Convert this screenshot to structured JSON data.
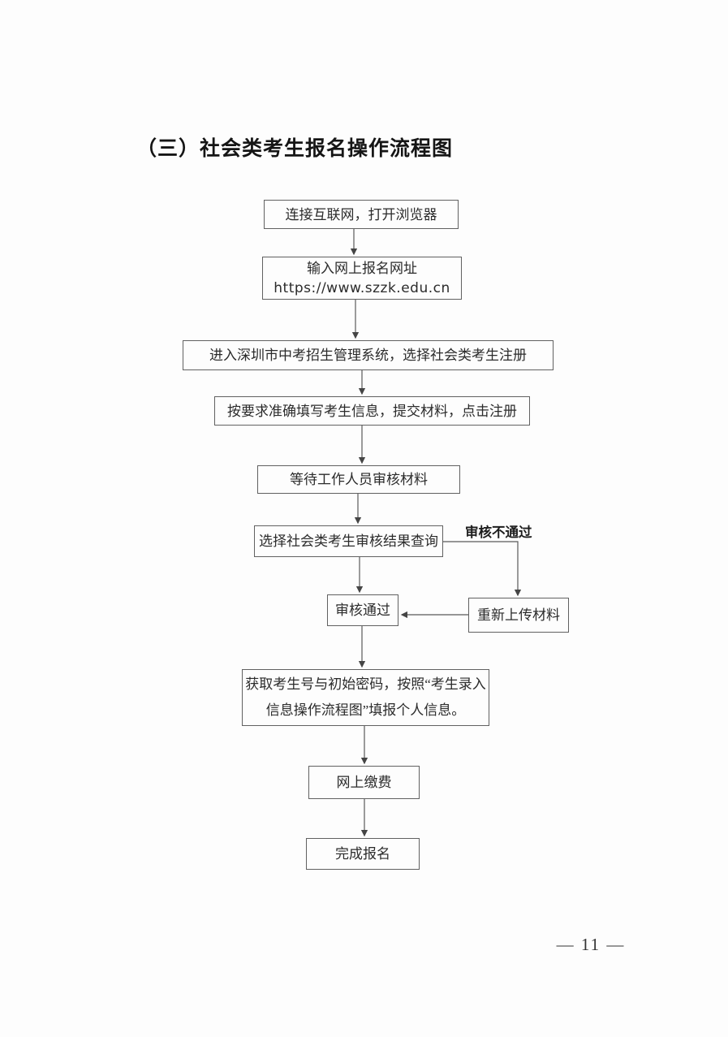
{
  "page": {
    "title": "（三）社会类考生报名操作流程图",
    "footer_page_number": "— 11 —"
  },
  "flowchart": {
    "nodes": [
      {
        "id": "connect-internet",
        "lines": [
          "连接互联网，打开浏览器"
        ]
      },
      {
        "id": "enter-url",
        "lines": [
          "输入网上报名网址",
          "https://www.szzk.edu.cn"
        ]
      },
      {
        "id": "enter-system",
        "lines": [
          "进入深圳市中考招生管理系统，选择社会类考生注册"
        ]
      },
      {
        "id": "fill-info-register",
        "lines": [
          "按要求准确填写考生信息，提交材料，点击注册"
        ]
      },
      {
        "id": "wait-review",
        "lines": [
          "等待工作人员审核材料"
        ]
      },
      {
        "id": "select-result-query",
        "lines": [
          "选择社会类考生审核结果查询"
        ]
      },
      {
        "id": "review-passed",
        "lines": [
          "审核通过"
        ]
      },
      {
        "id": "reupload-materials",
        "lines": [
          "重新上传材料"
        ]
      },
      {
        "id": "get-credentials",
        "lines": [
          "获取考生号与初始密码，按照“考生录入",
          "信息操作流程图”填报个人信息。"
        ]
      },
      {
        "id": "pay-online",
        "lines": [
          "网上缴费"
        ]
      },
      {
        "id": "finish-registration",
        "lines": [
          "完成报名"
        ]
      }
    ],
    "edges": {
      "fail_label": "审核不通过"
    }
  },
  "colors": {
    "page_background": "#fdfdfd",
    "box_border": "#616161",
    "text": "#2b2b2b",
    "connector": "#555555"
  }
}
